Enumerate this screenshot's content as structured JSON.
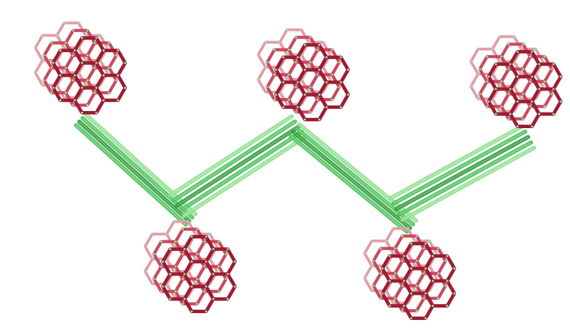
{
  "scene": {
    "description_free": true,
    "colors": {
      "background": "#ffffff",
      "hex_ring_dark": "#9e1c33",
      "hex_ring_mid": "#c84a5e",
      "hex_ring_light": "#e59aa6",
      "hex_node": "#8fe3a4",
      "linker_dark": "#2f9a3a",
      "linker_mid": "#4cc25a",
      "linker_light": "#8fe08f"
    },
    "clusters": [
      {
        "id": "cluster-top-left"
      },
      {
        "id": "cluster-top-middle"
      },
      {
        "id": "cluster-top-right"
      },
      {
        "id": "cluster-bottom-left"
      },
      {
        "id": "cluster-bottom-right"
      }
    ]
  }
}
